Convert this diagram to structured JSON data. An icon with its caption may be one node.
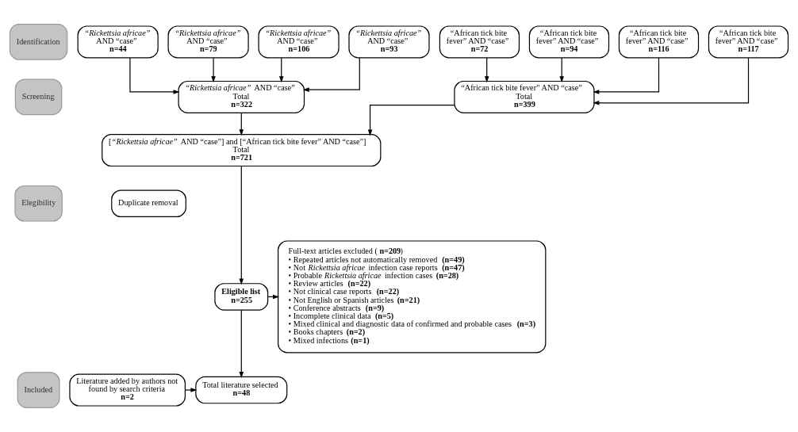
{
  "diagram": {
    "nodes": [
      {
        "text": [
          "Identification"
        ]
      },
      {
        "text": [
          "*“Rickettsia africae”* AND “case”",
          "n=44"
        ]
      },
      {
        "text": [
          "*“Rickettsia africae”* AND “case”",
          "n=79"
        ]
      },
      {
        "text": [
          "*“Rickettsia africae”* AND “case”",
          "n=106"
        ]
      },
      {
        "text": [
          "*“Rickettsia africae”* AND “case”",
          "n=93"
        ]
      },
      {
        "text": [
          "“African tick bite fever” AND “case”",
          "n=72"
        ]
      },
      {
        "text": [
          "“African tick bite fever” AND “case”",
          "n=94"
        ]
      },
      {
        "text": [
          "“African tick bite fever” AND “case”",
          "n=116"
        ]
      },
      {
        "text": [
          "“African tick bite fever” AND “case”",
          "n=117"
        ]
      },
      {
        "text": [
          "Screening"
        ]
      },
      {
        "text": [
          "*“Rickettsia africae”* AND “case”",
          "Total",
          "n=322"
        ]
      },
      {
        "text": [
          "“African tick bite fever” AND “case”",
          "Total",
          "n=399"
        ]
      },
      {
        "text": [
          "[*“Rickettsia africae”* AND “case”] and [“African tick bite fever” AND “case”]",
          "Total",
          "n=721"
        ]
      },
      {
        "text": [
          "Elegibility"
        ]
      },
      {
        "text": [
          "Duplicate removal"
        ]
      },
      {
        "text": [
          "Eligible list",
          "n=255"
        ]
      },
      {
        "text": [
          "Full-text articles excluded (**n=209**)",
          "• Repeated articles not automatically removed **(n=49)**",
          "• Not *Rickettsia africae* infection case reports **(n=47)**",
          "• Probable *Rickettsia africae* infection cases **(n=28)**",
          "• Review articles **(n=22)**",
          "• Not clinical case reports **(n=22)**",
          "• Not English or Spanish articles **(n=21)**",
          "• Conference abstracts **(n=9)**",
          "• Incomplete clinical data **(n=5)**",
          "• Mixed clinical and diagnostic data of confirmed and probable cases **(n=3)**",
          "• Books chapters **(n=2)**",
          "• Mixed infections **(n=1)**"
        ]
      },
      {
        "text": [
          "Included"
        ]
      },
      {
        "text": [
          "Literature added by authors not found by search criteria",
          "n=2"
        ]
      },
      {
        "text": [
          "Total literature selected",
          "n=48"
        ]
      }
    ],
    "edges": [
      {
        "from": 1,
        "to": 10,
        "arrow": "to"
      },
      {
        "from": 2,
        "to": 10,
        "arrow": "to"
      },
      {
        "from": 3,
        "to": 10,
        "arrow": "to"
      },
      {
        "from": 4,
        "to": 10,
        "arrow": "to"
      },
      {
        "from": 5,
        "to": 11,
        "arrow": "to"
      },
      {
        "from": 6,
        "to": 11,
        "arrow": "to"
      },
      {
        "from": 7,
        "to": 11,
        "arrow": "to"
      },
      {
        "from": 8,
        "to": 11,
        "arrow": "to"
      },
      {
        "from": 10,
        "to": 12,
        "arrow": "to"
      },
      {
        "from": 11,
        "to": 12,
        "arrow": "to"
      },
      {
        "from": 12,
        "to": 15,
        "arrow": "to"
      },
      {
        "from": 15,
        "to": 16,
        "arrow": "to"
      },
      {
        "from": 15,
        "to": 19,
        "arrow": "to"
      },
      {
        "from": 18,
        "to": 19,
        "arrow": "to"
      }
    ]
  }
}
